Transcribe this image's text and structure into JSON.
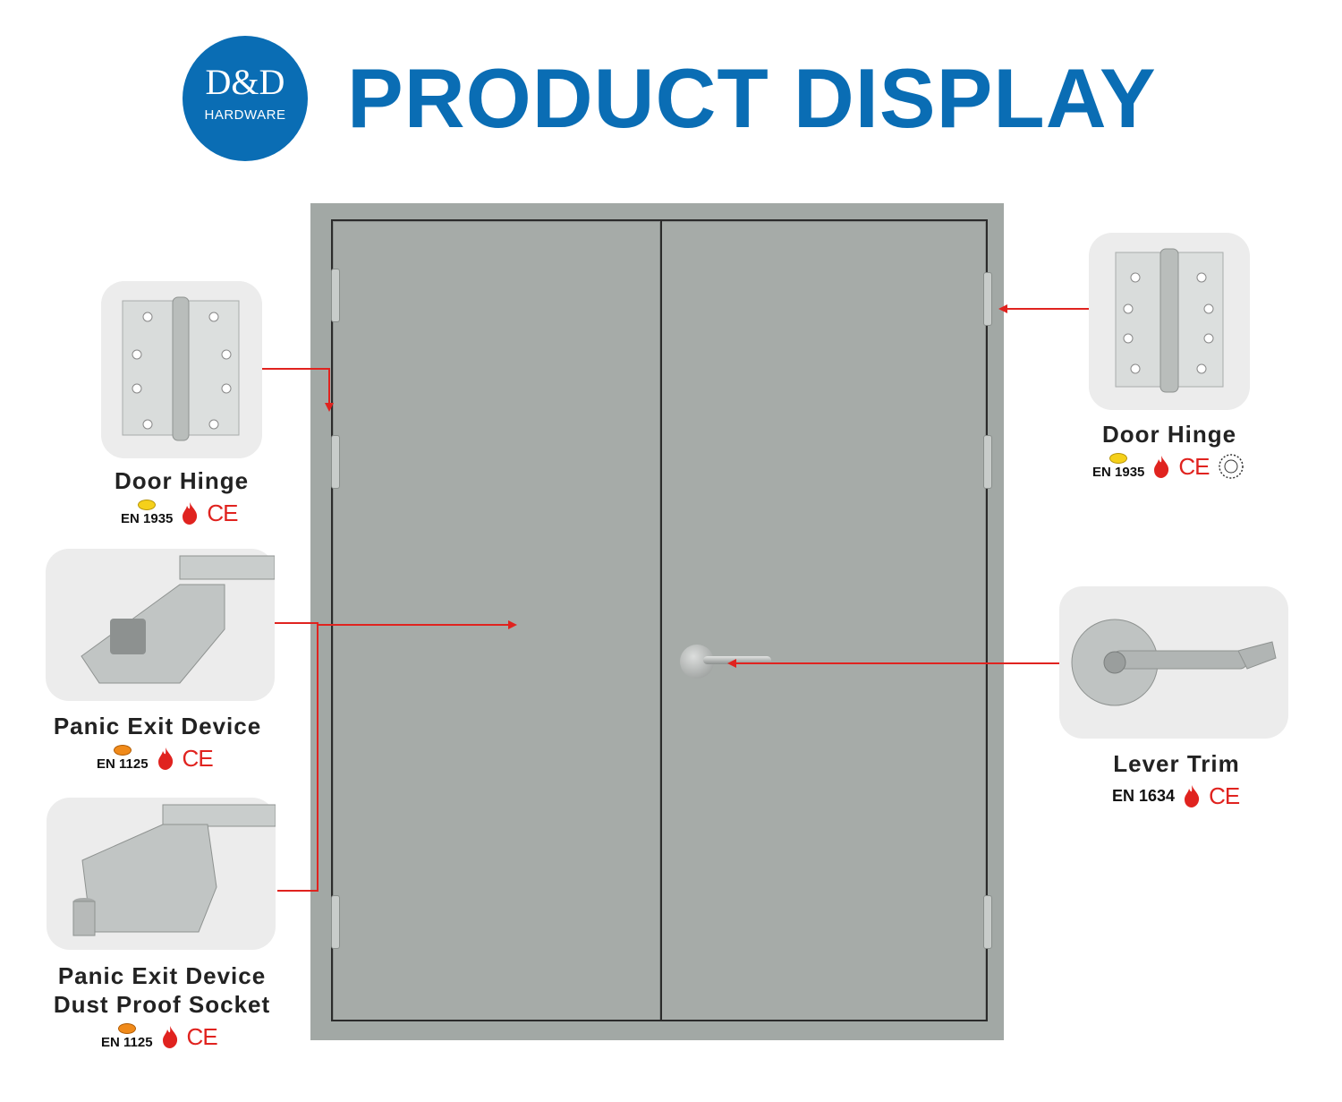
{
  "header": {
    "logo_brand": "D&D",
    "logo_sub": "HARDWARE",
    "title": "PRODUCT DISPLAY"
  },
  "colors": {
    "brand_blue": "#0a6db4",
    "arrow_red": "#e0231f",
    "door_gray": "#a6aba8"
  },
  "products": {
    "hinge_left": {
      "name": "Door Hinge",
      "standard": "EN 1935",
      "marks": [
        "fire-icon",
        "ce-mark"
      ]
    },
    "panic_exit": {
      "name": "Panic Exit Device",
      "standard": "EN 1125",
      "marks": [
        "fire-icon",
        "ce-mark"
      ]
    },
    "panic_socket": {
      "name_line1": "Panic Exit Device",
      "name_line2": "Dust Proof Socket",
      "standard": "EN 1125",
      "marks": [
        "fire-icon",
        "ce-mark"
      ]
    },
    "hinge_right": {
      "name": "Door Hinge",
      "standard": "EN 1935",
      "marks": [
        "fire-icon",
        "ce-mark",
        "cycles-tested-badge"
      ]
    },
    "lever_trim": {
      "name": "Lever Trim",
      "standard": "EN 1634",
      "marks": [
        "fire-icon",
        "ce-mark"
      ]
    }
  }
}
